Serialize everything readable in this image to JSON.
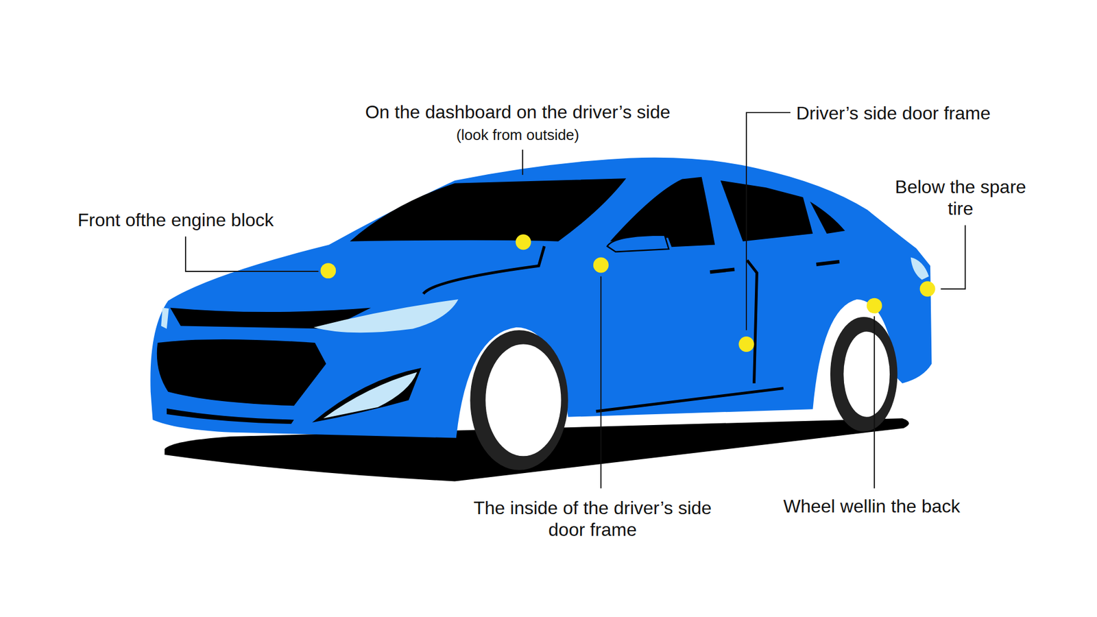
{
  "diagram": {
    "labels": [
      "On the dashboard on the driver’s side",
      "(look from outside)",
      "Driver’s side door frame",
      "Front ofthe engine block",
      "Below the spare tire",
      "The inside of the driver’s side door frame",
      "Wheel wellin the back"
    ]
  }
}
